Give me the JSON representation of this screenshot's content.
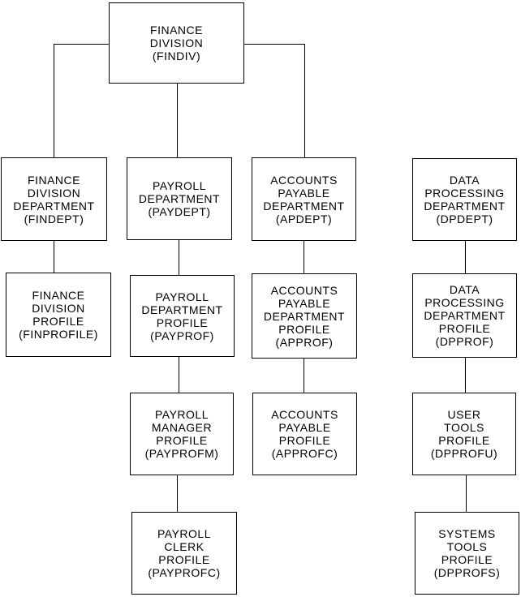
{
  "diagram": {
    "type": "org-chart",
    "background_color": "#ffffff",
    "box_border_color": "#000000",
    "text_color": "#000000",
    "connector_color": "#000000",
    "nodes": [
      {
        "id": "FINDIV",
        "name": "Finance Division",
        "code": "FINDIV",
        "label": "FINANCE\nDIVISION\n(FINDIV)",
        "parent": null
      },
      {
        "id": "FINDEPT",
        "name": "Finance Division Department",
        "code": "FINDEPT",
        "label": "FINANCE\nDIVISION\nDEPARTMENT\n(FINDEPT)",
        "parent": "FINDIV"
      },
      {
        "id": "PAYDEPT",
        "name": "Payroll Department",
        "code": "PAYDEPT",
        "label": "PAYROLL\nDEPARTMENT\n(PAYDEPT)",
        "parent": "FINDIV"
      },
      {
        "id": "APDEPT",
        "name": "Accounts Payable Department",
        "code": "APDEPT",
        "label": "ACCOUNTS\nPAYABLE\nDEPARTMENT\n(APDEPT)",
        "parent": "FINDIV"
      },
      {
        "id": "DPDEPT",
        "name": "Data Processing Department",
        "code": "DPDEPT",
        "label": "DATA\nPROCESSING\nDEPARTMENT\n(DPDEPT)",
        "parent": null
      },
      {
        "id": "FINPROFILE",
        "name": "Finance Division Profile",
        "code": "FINPROFILE",
        "label": "FINANCE\nDIVISION\nPROFILE\n(FINPROFILE)",
        "parent": "FINDEPT"
      },
      {
        "id": "PAYPROF",
        "name": "Payroll Department Profile",
        "code": "PAYPROF",
        "label": "PAYROLL\nDEPARTMENT\nPROFILE\n(PAYPROF)",
        "parent": "PAYDEPT"
      },
      {
        "id": "APPROF",
        "name": "Accounts Payable Department Profile",
        "code": "APPROF",
        "label": "ACCOUNTS\nPAYABLE\nDEPARTMENT\nPROFILE\n(APPROF)",
        "parent": "APDEPT"
      },
      {
        "id": "DPPROF",
        "name": "Data Processing Department Profile",
        "code": "DPPROF",
        "label": "DATA\nPROCESSING\nDEPARTMENT\nPROFILE\n(DPPROF)",
        "parent": "DPDEPT"
      },
      {
        "id": "PAYPROFM",
        "name": "Payroll Manager Profile",
        "code": "PAYPROFM",
        "label": "PAYROLL\nMANAGER\nPROFILE\n(PAYPROFM)",
        "parent": "PAYPROF"
      },
      {
        "id": "APPROFC",
        "name": "Accounts Payable Profile",
        "code": "APPROFC",
        "label": "ACCOUNTS\nPAYABLE\nPROFILE\n(APPROFC)",
        "parent": "APPROF"
      },
      {
        "id": "DPPROFU",
        "name": "User Tools Profile",
        "code": "DPPROFU",
        "label": "USER\nTOOLS\nPROFILE\n(DPPROFU)",
        "parent": "DPPROF"
      },
      {
        "id": "PAYPROFC",
        "name": "Payroll Clerk Profile",
        "code": "PAYPROFC",
        "label": "PAYROLL\nCLERK\nPROFILE\n(PAYPROFC)",
        "parent": "PAYPROFM"
      },
      {
        "id": "DPPROFS",
        "name": "Systems Tools Profile",
        "code": "DPPROFS",
        "label": "SYSTEMS\nTOOLS\nPROFILE\n(DPPROFS)",
        "parent": "DPPROFU"
      }
    ]
  }
}
